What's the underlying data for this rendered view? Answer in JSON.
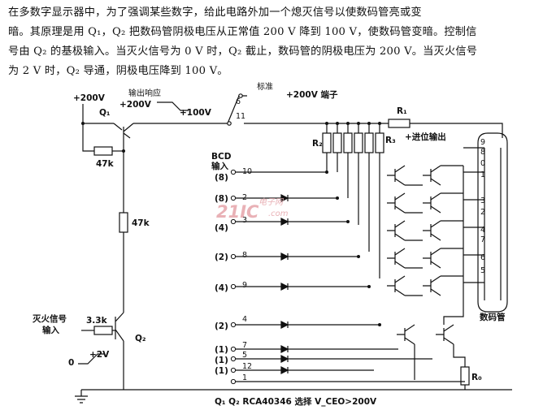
{
  "description": {
    "lines": [
      "在多数字显示器中，为了强调某些数字，给此电路外加一个熄灭信号以使数码管亮或变",
      "暗。其原理是用 Q₁，Q₂ 把数码管阴极电压从正常值 200 V 降到 100 V，使数码管变暗。控制信",
      "号由 Q₂ 的基极输入。当灭火信号为 0 V 时，Q₂ 截止，数码管的阴极电压为 200 V。当灭火信号",
      "为 2 V 时，Q₂ 导通，阴极电压降到 100 V。"
    ]
  },
  "labels": {
    "plus200v": "+200V",
    "output_response": "输出响应",
    "resp_200v": "+200V",
    "resp_100v": "+100V",
    "q1": "Q₁",
    "r47k_a": "47k",
    "r47k_b": "47k",
    "standard": "标准",
    "terminal_200v": "+200V 端子",
    "r1": "R₁",
    "r2": "R₂",
    "r3": "R₃",
    "carry_out": "+进位输出",
    "bcd_in_1": "BCD",
    "bcd_in_2": "输入",
    "blank_signal_1": "灭火信号",
    "blank_signal_2": "输入",
    "r3k3": "3.3k",
    "q2": "Q₂",
    "input_step_low": "0",
    "input_step_high": "+2V",
    "tube_label": "数码管",
    "r0": "R₀",
    "footer": "Q₁ Q₂  RCA40346  选择 V_CEO>200V"
  },
  "bcd_inputs": [
    {
      "weight": "(8)",
      "pin": "10"
    },
    {
      "weight": "(8)",
      "pin": "2"
    },
    {
      "weight": "(4)",
      "pin": "3"
    },
    {
      "weight": "(2)",
      "pin": "8"
    },
    {
      "weight": "(4)",
      "pin": "9"
    },
    {
      "weight": "(2)",
      "pin": "4"
    },
    {
      "weight": "(1)",
      "pin": "7"
    },
    {
      "weight": "(1)",
      "pin": "5"
    },
    {
      "weight": "(1)",
      "pin": "12"
    },
    {
      "weight": "",
      "pin": "1"
    }
  ],
  "switch_pins": {
    "a": "6",
    "b": "11"
  },
  "tube_digits": [
    "9",
    "8",
    "0",
    "1",
    "3",
    "2",
    "4",
    "7",
    "6",
    "5"
  ],
  "watermark": {
    "brand": "21IC",
    "sub": "电子网",
    "dom": ".com"
  }
}
